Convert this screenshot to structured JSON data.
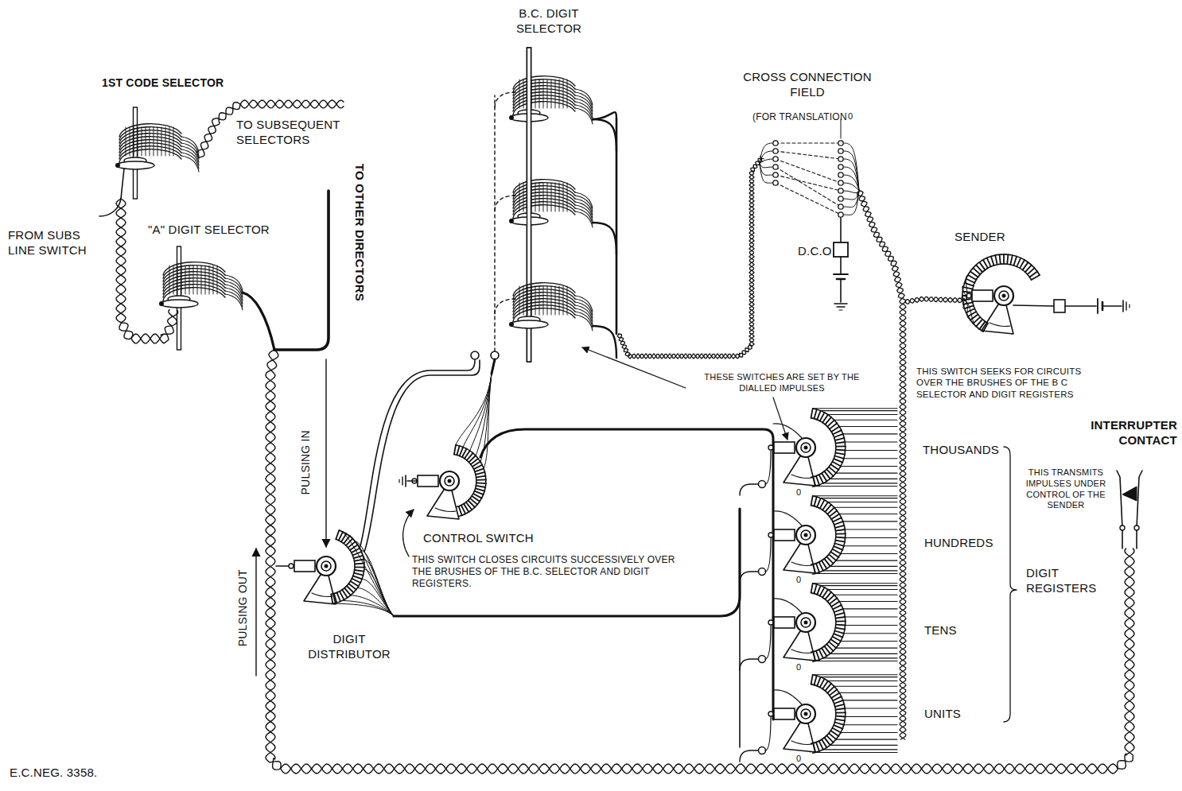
{
  "diagram": {
    "labels": [
      "1ST CODE SELECTOR",
      "TO SUBSEQUENT SELECTORS",
      "FROM SUBS LINE SWITCH",
      "\"A\" DIGIT SELECTOR",
      "TO OTHER DIRECTORS",
      "B.C. DIGIT SELECTOR",
      "CROSS CONNECTION FIELD",
      "(FOR TRANSLATION",
      "0",
      "D.C.O.",
      "SENDER",
      "THIS SWITCH SEEKS FOR CIRCUITS OVER THE BRUSHES OF THE B C SELECTOR AND DIGIT REGISTERS",
      "THESE SWITCHES ARE SET BY THE DIALLED IMPULSES",
      "INTERRUPTER CONTACT",
      "THIS TRANSMITS IMPULSES UNDER CONTROL OF THE SENDER",
      "THOUSANDS",
      "HUNDREDS",
      "TENS",
      "UNITS",
      "DIGIT REGISTERS",
      "CONTROL SWITCH",
      "THIS SWITCH CLOSES CIRCUITS SUCCESSIVELY OVER THE BRUSHES OF THE B.C. SELECTOR AND DIGIT REGISTERS.",
      "PULSING IN",
      "PULSING OUT",
      "DIGIT DISTRIBUTOR",
      "E.C.NEG. 3358.",
      "0",
      "0",
      "0",
      "0"
    ]
  }
}
